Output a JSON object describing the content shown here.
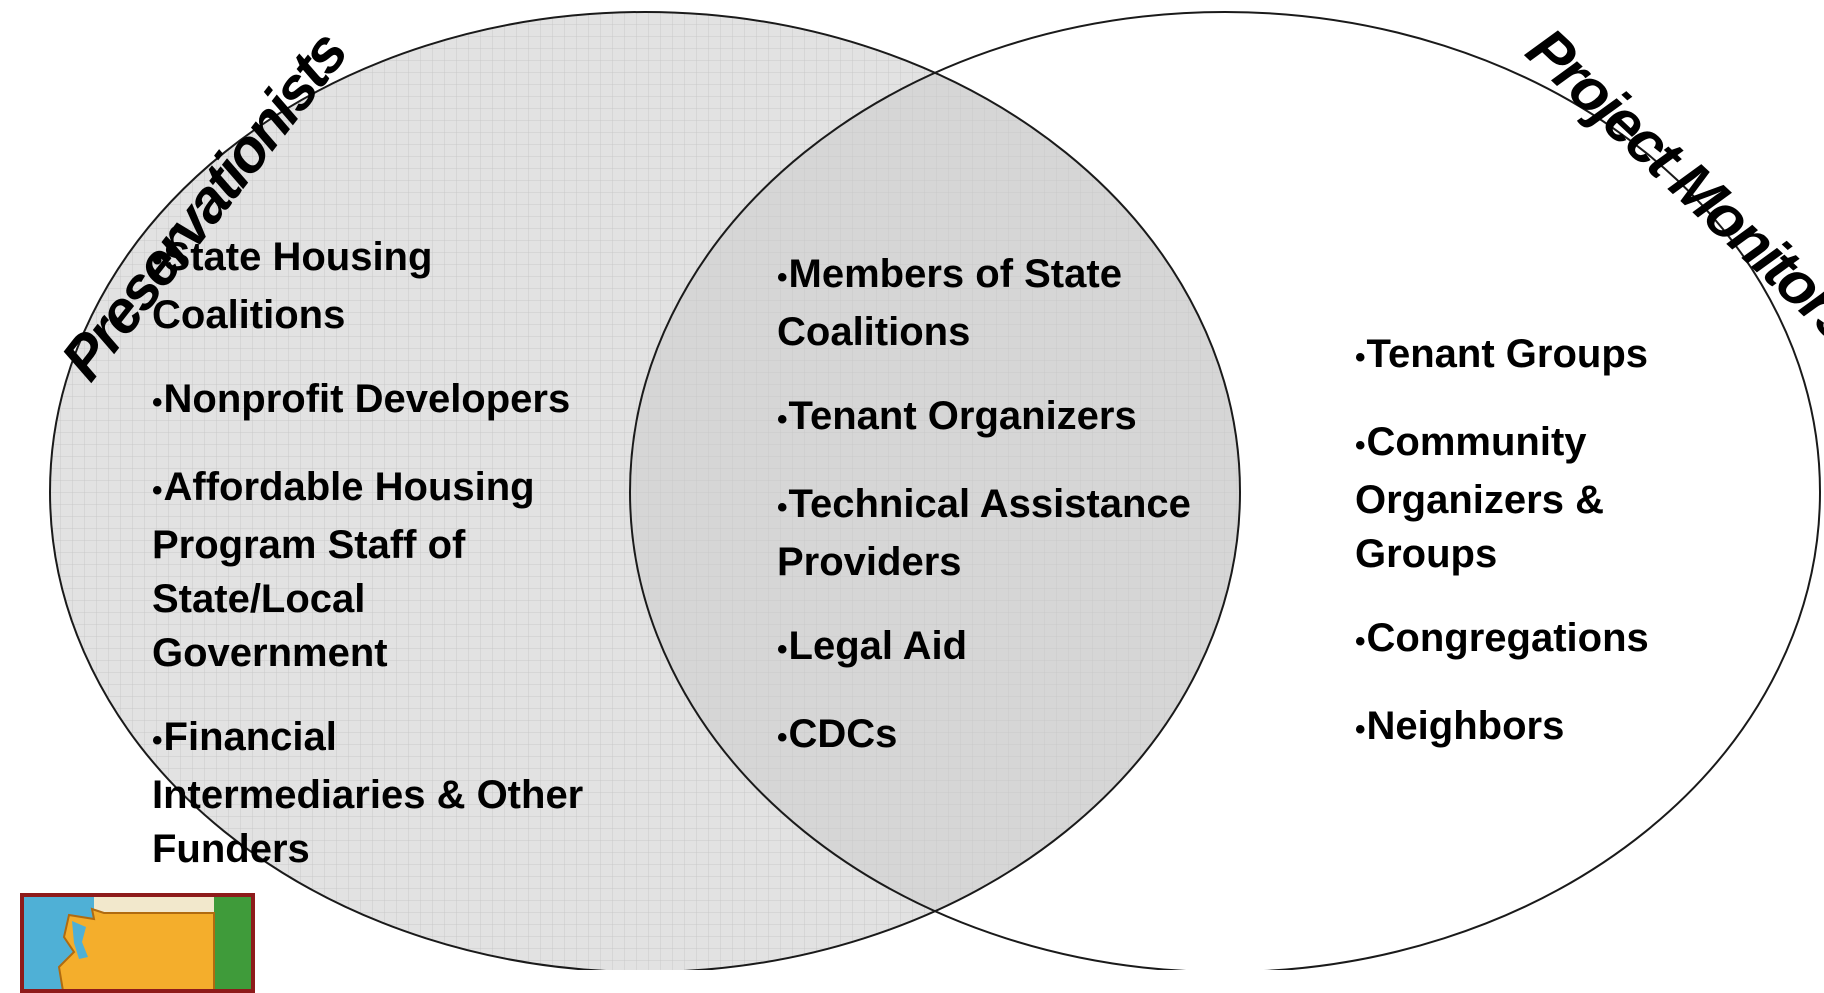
{
  "diagram": {
    "left_circle": {
      "label": "Preservationists",
      "items": [
        "State Housing Coalitions",
        "Nonprofit Developers",
        "Affordable Housing Program Staff of State/Local Government",
        "Financial Intermediaries & Other Funders"
      ]
    },
    "overlap": {
      "items": [
        "Members of State Coalitions",
        "Tenant Organizers",
        "Technical Assistance Providers",
        "Legal Aid",
        "CDCs"
      ]
    },
    "right_circle": {
      "label": "Project Monitors",
      "items": [
        "Tenant Groups",
        "Community Organizers & Groups",
        "Congregations",
        "Neighbors"
      ]
    },
    "colors": {
      "left_fill": "#e2e2e2",
      "overlap_fill": "#d6d6d6",
      "right_fill": "#ffffff",
      "stroke": "#1a1a1a"
    }
  }
}
